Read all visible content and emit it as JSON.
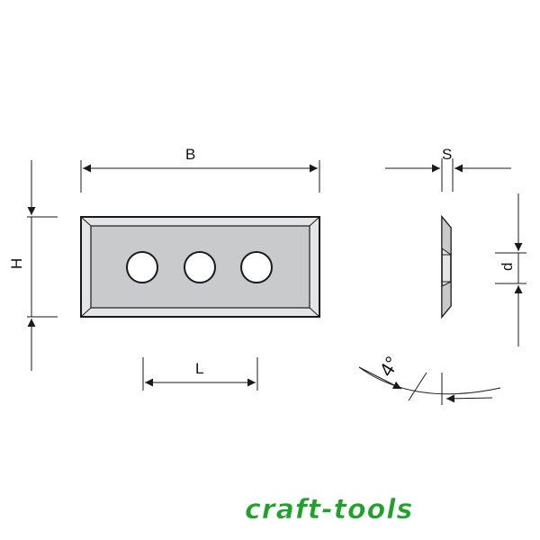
{
  "dimensions": {
    "width_label": "B",
    "height_label": "H",
    "hole_spacing_label": "L",
    "thickness_label": "S",
    "bore_label": "d",
    "angle_label": "4°"
  },
  "brand": {
    "logo_text": "craft-tools",
    "logo_color": "#1fa12c"
  },
  "colors": {
    "insert_fill": "#c9cacb",
    "bevel_fill": "#e4e5e6",
    "line": "#1a1a1a"
  }
}
